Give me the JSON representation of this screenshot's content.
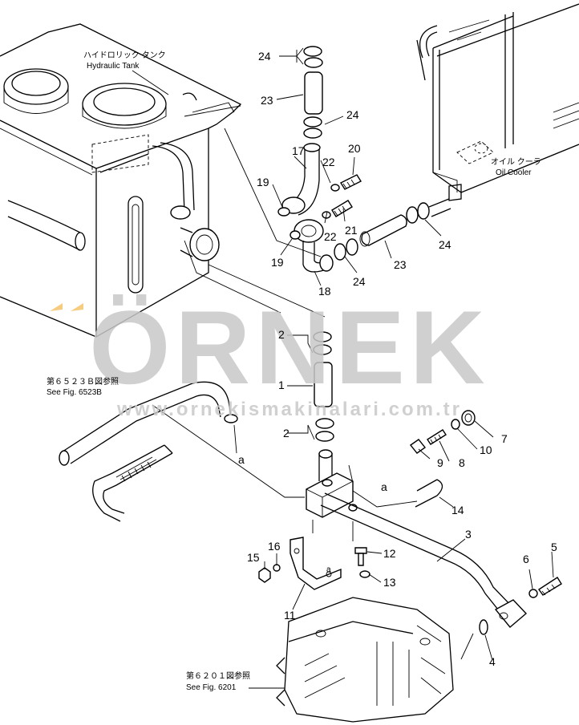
{
  "watermark": {
    "brand": "ÖRNEK",
    "url": "www.ornekismakinalari.com.tr",
    "color": "#c8c8c8",
    "accent": "#f5c46a"
  },
  "components": {
    "hydraulic_tank_jp": "ハイドロリック タンク",
    "hydraulic_tank_en": "Hydraulic Tank",
    "oil_cooler_jp": "オイル クーラ",
    "oil_cooler_en": "Oil Cooler"
  },
  "references": {
    "fig_6523b_jp": "第６５２３Ｂ図参照",
    "fig_6523b_en": "See Fig. 6523B",
    "fig_6201_jp": "第６２０１図参照",
    "fig_6201_en": "See Fig. 6201"
  },
  "connectors": {
    "a": "a"
  },
  "part_numbers": {
    "p1": "1",
    "p2a": "2",
    "p2b": "2",
    "p3": "3",
    "p4": "4",
    "p5": "5",
    "p6": "6",
    "p7": "7",
    "p8": "8",
    "p9": "9",
    "p10": "10",
    "p11": "11",
    "p12": "12",
    "p13": "13",
    "p14": "14",
    "p15": "15",
    "p16": "16",
    "p17": "17",
    "p18": "18",
    "p19a": "19",
    "p19b": "19",
    "p20": "20",
    "p21": "21",
    "p22a": "22",
    "p22b": "22",
    "p23a": "23",
    "p23b": "23",
    "p24a": "24",
    "p24b": "24",
    "p24c": "24",
    "p24d": "24"
  }
}
